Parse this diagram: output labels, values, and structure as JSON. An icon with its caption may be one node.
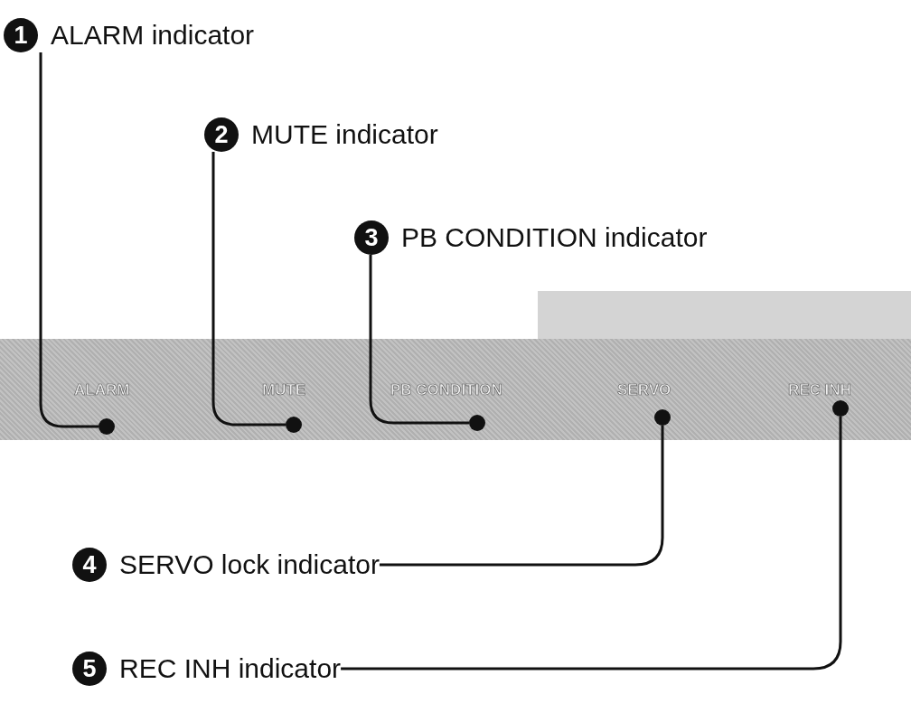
{
  "diagram": {
    "nodes": [
      {
        "text": [
          "1",
          "ALARM indicator"
        ]
      },
      {
        "text": [
          "2",
          "MUTE indicator"
        ]
      },
      {
        "text": [
          "3",
          "PB CONDITION indicator"
        ]
      },
      {
        "text": [
          "4",
          "SERVO lock indicator"
        ]
      },
      {
        "text": [
          "5",
          "REC INH indicator"
        ]
      },
      {
        "text": [],
        "shape": "circle"
      },
      {
        "text": [],
        "shape": "circle"
      },
      {
        "text": [],
        "shape": "circle"
      },
      {
        "text": [],
        "shape": "circle"
      },
      {
        "text": [],
        "shape": "circle"
      }
    ],
    "edges": [
      {
        "from": 0,
        "to": 5,
        "arrow": "none"
      },
      {
        "from": 1,
        "to": 6,
        "arrow": "none"
      },
      {
        "from": 2,
        "to": 7,
        "arrow": "none"
      },
      {
        "from": 3,
        "to": 8,
        "arrow": "none"
      },
      {
        "from": 4,
        "to": 9,
        "arrow": "none"
      }
    ],
    "labels": [
      "ALARM",
      "MUTE",
      "PB CONDITION",
      "SERVO",
      "REC INH"
    ]
  }
}
